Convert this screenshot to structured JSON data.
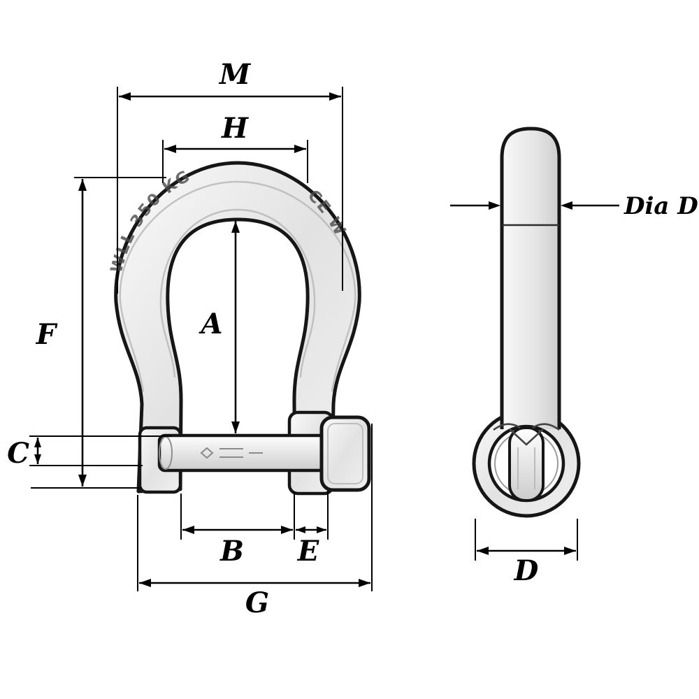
{
  "diagram": {
    "front": {
      "labels": {
        "m": "M",
        "h": "H",
        "a": "A",
        "f": "F",
        "c": "C",
        "b": "B",
        "e": "E",
        "g": "G"
      },
      "markings": {
        "left": "WLL 350 KG",
        "right": "CE W"
      }
    },
    "side": {
      "labels": {
        "dia_d": "Dia D",
        "d": "D"
      }
    }
  }
}
